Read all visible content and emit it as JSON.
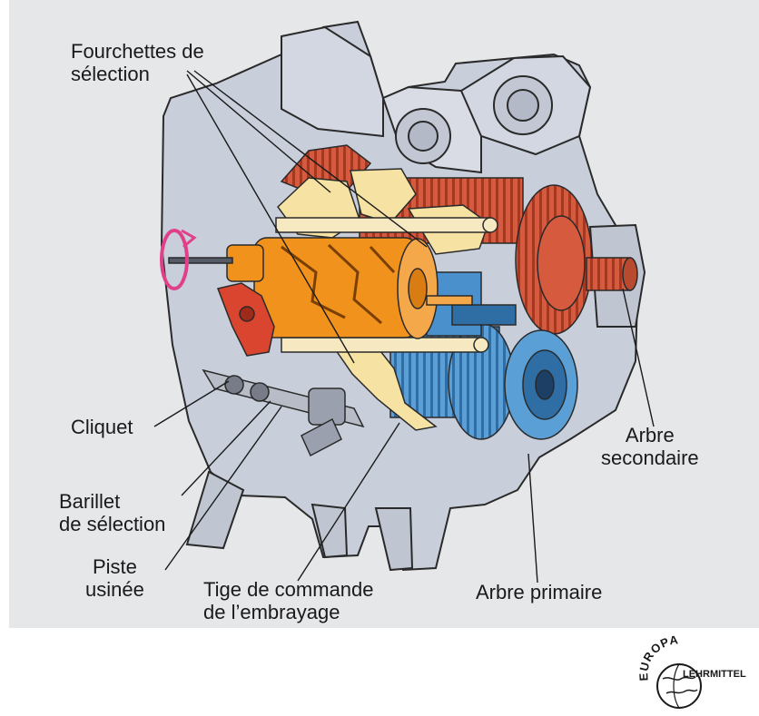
{
  "labels": {
    "fourchettes": [
      "Fourchettes de",
      "sélection"
    ],
    "cliquet": "Cliquet",
    "barillet": [
      "Barillet",
      "de sélection"
    ],
    "piste": [
      "Piste",
      "usinée"
    ],
    "tige": [
      "Tige de commande",
      "de l’embrayage"
    ],
    "arbre_primaire": "Arbre primaire",
    "arbre_secondaire": [
      "Arbre",
      "secondaire"
    ]
  },
  "logo": {
    "top_text": "EUROPA",
    "bottom_text": "LEHRMITTEL"
  },
  "colors": {
    "panel_background": "#e6e7e9",
    "housing": "#c9cedb",
    "housing_outline": "#2a2a2a",
    "selector_barrel": "#f0921c",
    "selector_forks": "#f6e3a4",
    "secondary_gears": "#d65a3e",
    "primary_gears": "#5a9fd6",
    "ratchet": "#d9452f",
    "rotation_arrow": "#e0408a"
  },
  "icons": {
    "rotation": "rotation-arrow-icon",
    "logo": "europa-lehrmittel-globe-icon"
  }
}
